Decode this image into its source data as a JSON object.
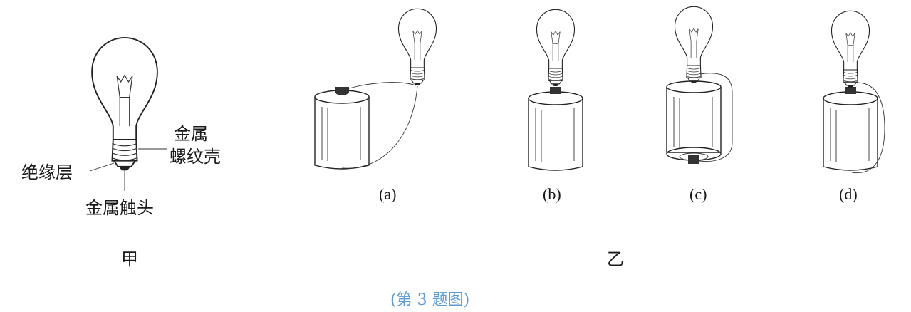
{
  "figure_jia": {
    "title": "甲",
    "label_screw_shell_line1": "金属",
    "label_screw_shell_line2": "螺纹壳",
    "label_insulation": "绝缘层",
    "label_contact": "金属触头"
  },
  "figure_yi": {
    "title": "乙",
    "panels": [
      {
        "id": "a",
        "label": "(a)"
      },
      {
        "id": "b",
        "label": "(b)"
      },
      {
        "id": "c",
        "label": "(c)"
      },
      {
        "id": "d",
        "label": "(d)"
      }
    ]
  },
  "caption": {
    "text": "(第 3 题图)",
    "color": "#5b9bd5"
  }
}
